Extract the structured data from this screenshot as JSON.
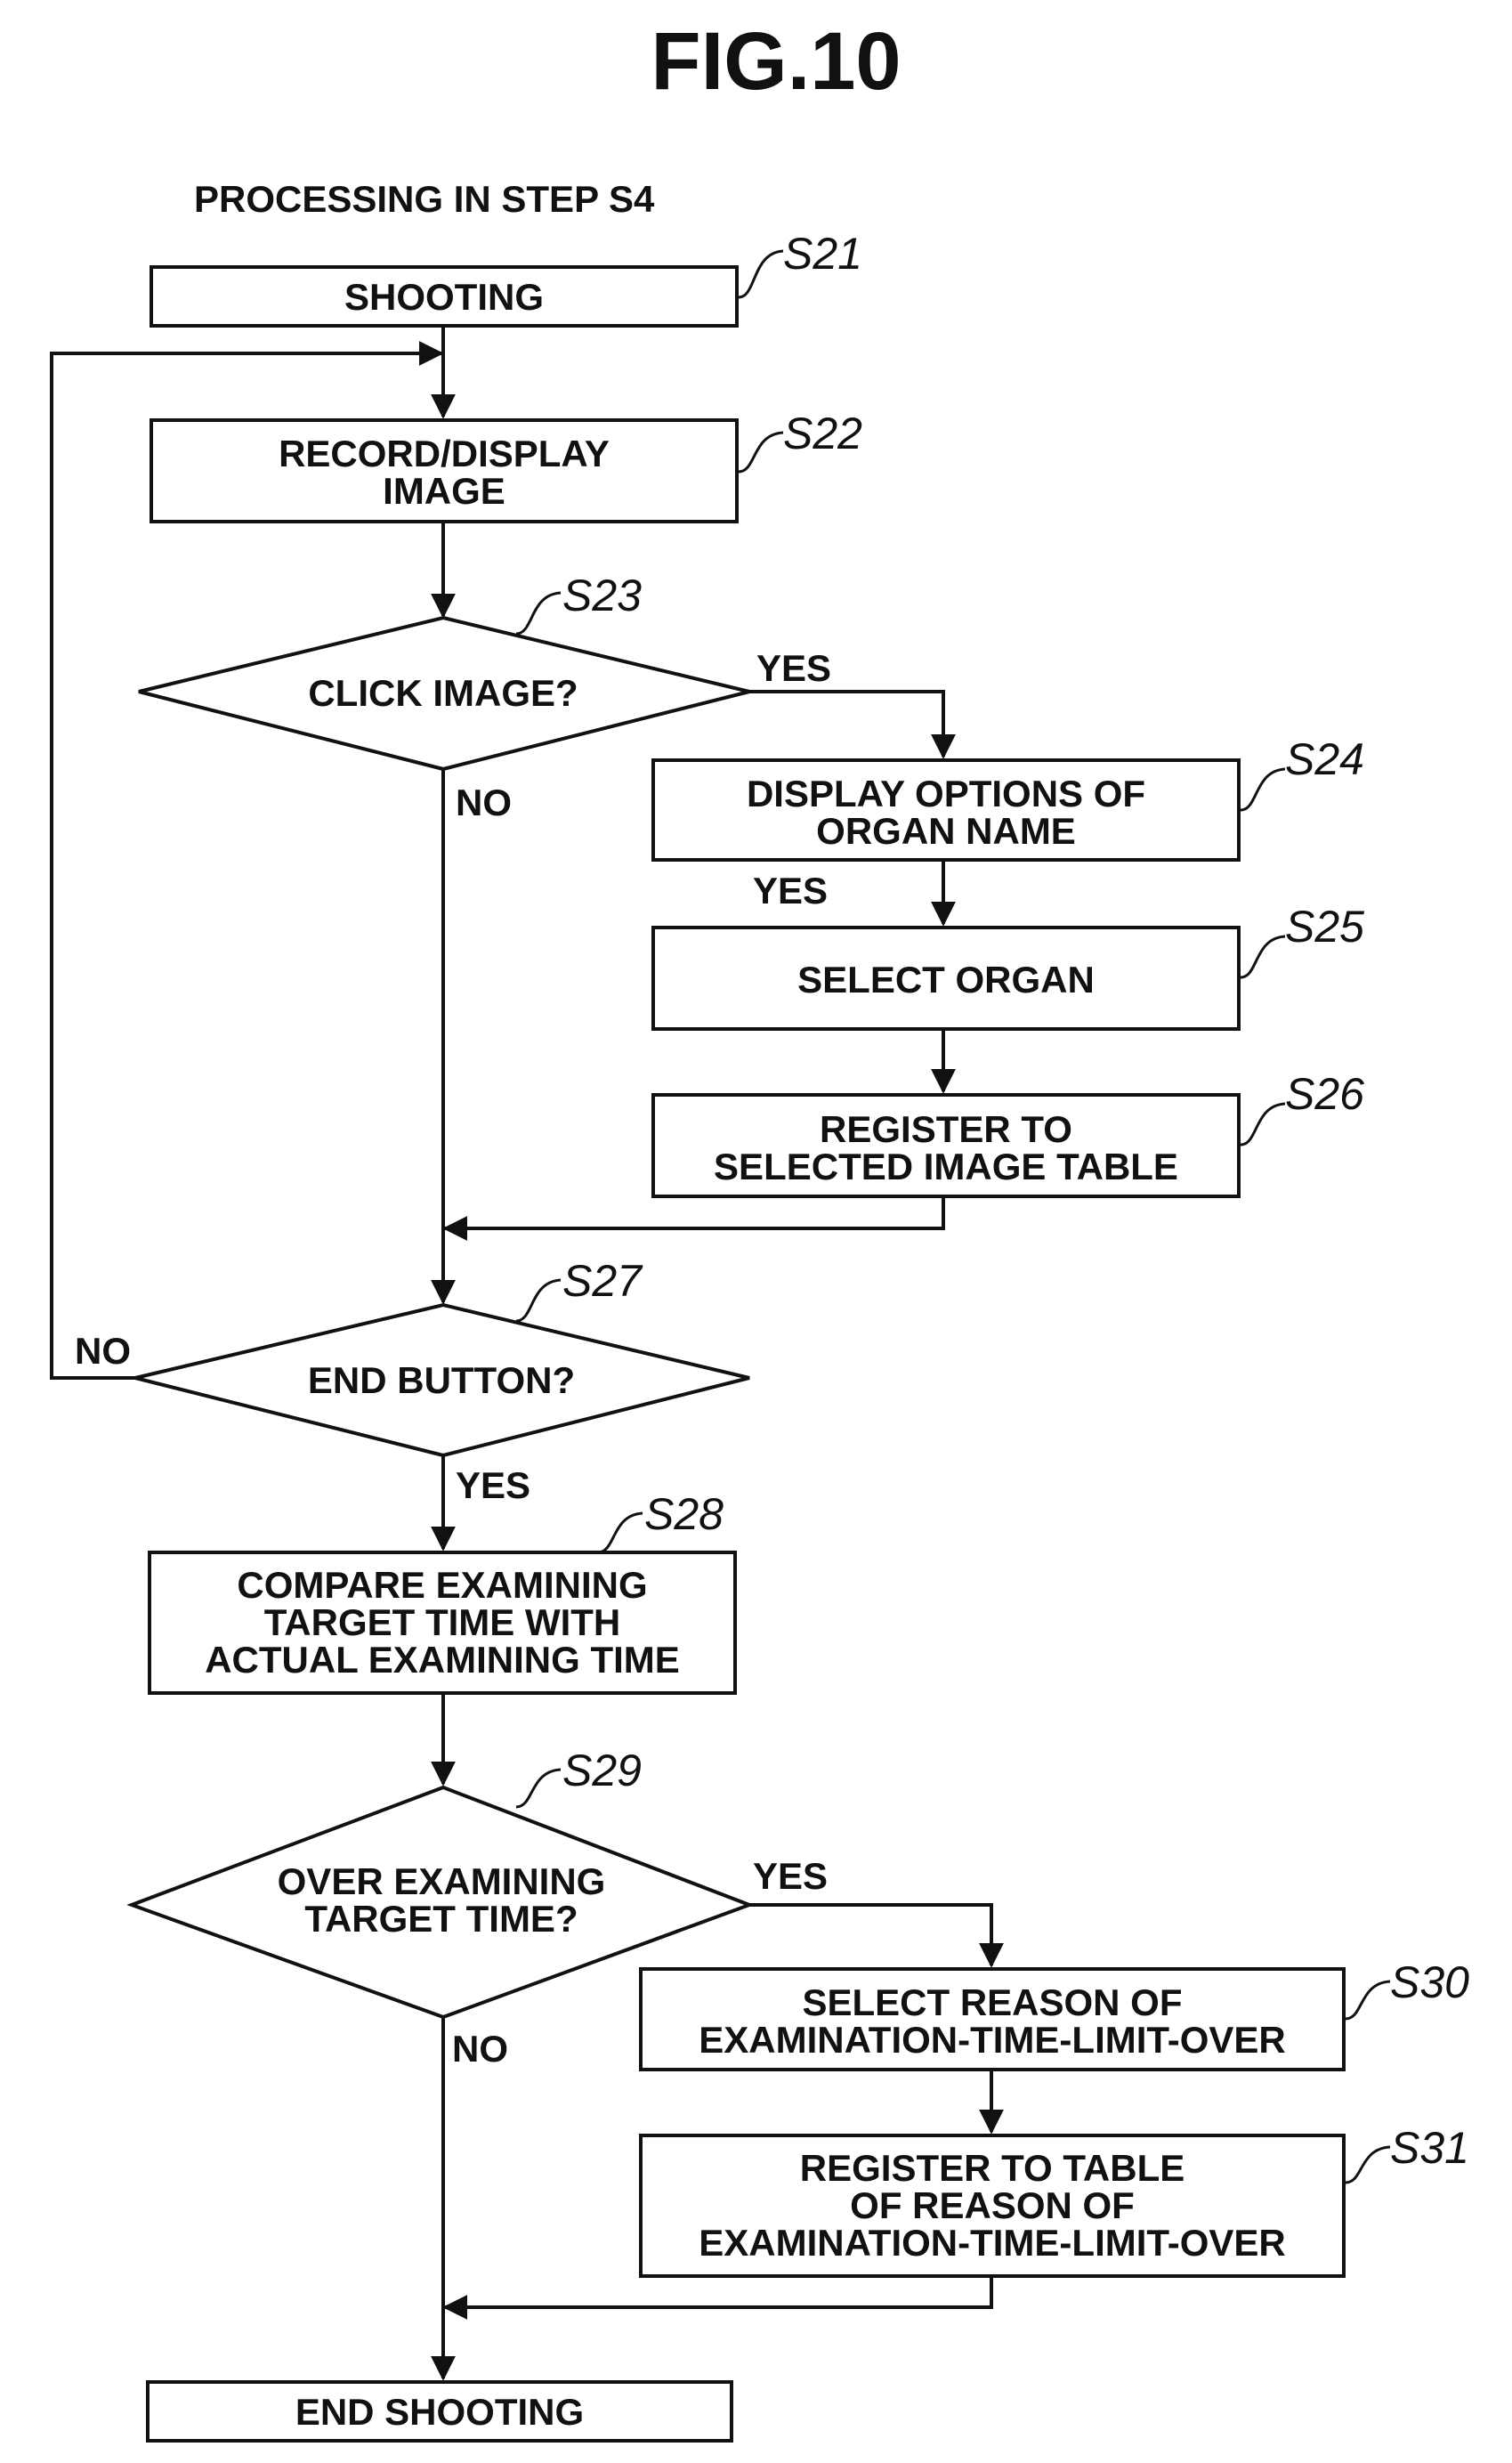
{
  "title": "FIG.10",
  "subtitle": "PROCESSING IN STEP S4",
  "steps": {
    "s21": {
      "id": "S21",
      "lines": [
        "SHOOTING"
      ]
    },
    "s22": {
      "id": "S22",
      "lines": [
        "RECORD/DISPLAY",
        "IMAGE"
      ]
    },
    "s23": {
      "id": "S23",
      "lines": [
        "CLICK IMAGE?"
      ]
    },
    "s24": {
      "id": "S24",
      "lines": [
        "DISPLAY OPTIONS OF",
        "ORGAN NAME"
      ]
    },
    "s25": {
      "id": "S25",
      "lines": [
        "SELECT ORGAN"
      ]
    },
    "s26": {
      "id": "S26",
      "lines": [
        "REGISTER TO",
        "SELECTED IMAGE TABLE"
      ]
    },
    "s27": {
      "id": "S27",
      "lines": [
        "END BUTTON?"
      ]
    },
    "s28": {
      "id": "S28",
      "lines": [
        "COMPARE EXAMINING",
        "TARGET TIME WITH",
        "ACTUAL EXAMINING TIME"
      ]
    },
    "s29": {
      "id": "S29",
      "lines": [
        "OVER EXAMINING",
        "TARGET TIME?"
      ]
    },
    "s30": {
      "id": "S30",
      "lines": [
        "SELECT REASON OF",
        "EXAMINATION-TIME-LIMIT-OVER"
      ]
    },
    "s31": {
      "id": "S31",
      "lines": [
        "REGISTER TO TABLE",
        "OF REASON OF",
        "EXAMINATION-TIME-LIMIT-OVER"
      ]
    },
    "end": {
      "lines": [
        "END SHOOTING"
      ]
    }
  },
  "branch_labels": {
    "s23_yes": "YES",
    "s23_no": "NO",
    "s24_yes": "YES",
    "s27_no": "NO",
    "s27_yes": "YES",
    "s29_yes": "YES",
    "s29_no": "NO"
  }
}
